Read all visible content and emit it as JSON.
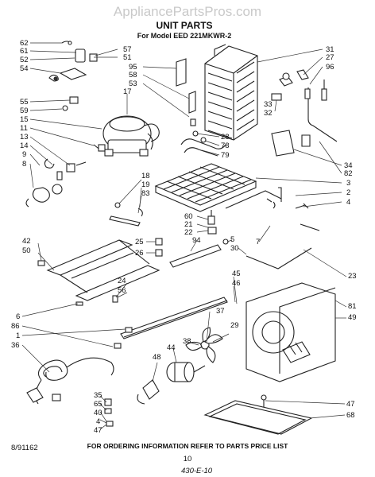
{
  "watermark": "AppliancePartsPros.com",
  "title": "UNIT PARTS",
  "subtitle": "For Model EED 221MKWR-2",
  "footer": "FOR ORDERING INFORMATION REFER TO PARTS PRICE LIST",
  "doc_code": "8/91162",
  "page_number": "10",
  "handwritten_note": "430-E-10",
  "callouts": {
    "c62": "62",
    "c61": "61",
    "c52": "52",
    "c54": "54",
    "c55": "55",
    "c59": "59",
    "c15": "15",
    "c11": "11",
    "c13": "13",
    "c14": "14",
    "c9": "9",
    "c8": "8",
    "c57": "57",
    "c51": "51",
    "c95": "95",
    "c58": "58",
    "c53": "53",
    "c17": "17",
    "c31": "31",
    "c27": "27",
    "c96": "96",
    "c33": "33",
    "c32": "32",
    "c28": "28",
    "c78": "78",
    "c79": "79",
    "c34": "34",
    "c82": "82",
    "c3": "3",
    "c2": "2",
    "c4": "4",
    "c18": "18",
    "c19": "19",
    "c83": "83",
    "c60": "60",
    "c21": "21",
    "c22": "22",
    "c25": "25",
    "c26": "26",
    "c94": "94",
    "c5": "5",
    "c30": "30",
    "c7": "7",
    "c42": "42",
    "c50": "50",
    "c24": "24",
    "c56": "56",
    "c6": "6",
    "c86": "86",
    "c1": "1",
    "c36": "36",
    "c45": "45",
    "c46": "46",
    "c23": "23",
    "c81": "81",
    "c49": "49",
    "c37": "37",
    "c29": "29",
    "c38": "38",
    "c44": "44",
    "c48": "48",
    "c35": "35",
    "c65": "65",
    "c40": "40",
    "c4b": "4",
    "c47b": "47",
    "c47": "47",
    "c68": "68"
  }
}
